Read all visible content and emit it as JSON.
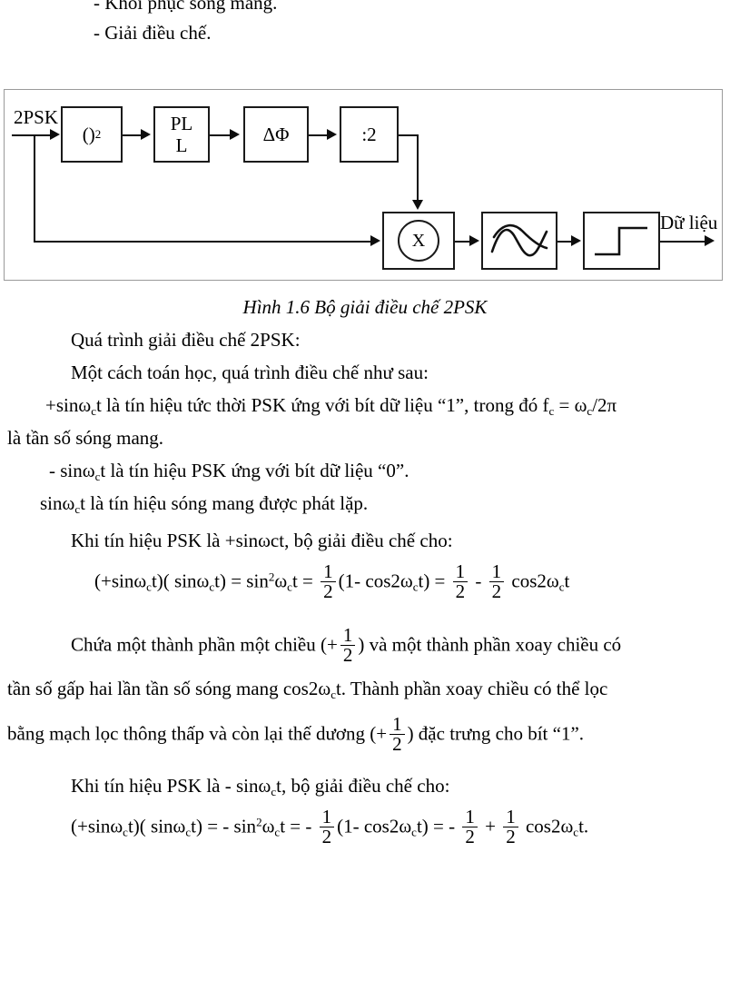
{
  "document": {
    "bullets": [
      "- Khôi  phục sóng mang.",
      "- Giải điều chế."
    ],
    "figure": {
      "caption": "Hình 1.6  Bộ giải điều chế 2PSK",
      "input_label": "2PSK",
      "output_label": "Dữ liệu",
      "blocks": [
        {
          "id": "squarer",
          "label": "()",
          "exponent": "2"
        },
        {
          "id": "pll",
          "line1": "PL",
          "line2": "L"
        },
        {
          "id": "phase",
          "label": "ΔΦ"
        },
        {
          "id": "divider",
          "label": ":2"
        },
        {
          "id": "multiplier",
          "label": "X",
          "icon": "circle-x-icon"
        },
        {
          "id": "lowpass",
          "label": "",
          "icon": "lowpass-filter-icon"
        },
        {
          "id": "comparator",
          "label": "",
          "icon": "step-threshold-icon"
        }
      ]
    },
    "paragraphs": {
      "p1": "Quá trình giải điều chế 2PSK:",
      "p2": "Một cách toán học, quá trình điều chế như sau:",
      "p3_a": "+sin",
      "p3_omega": "ω",
      "p3_sub": "c",
      "p3_b": "t là tín hiệu tức thời PSK ứng với bít dữ liệu “1”, trong đó f",
      "p3_sub2": "c",
      "p3_c": " = ",
      "p3_omega2": "ω",
      "p3_sub3": "c",
      "p3_d": "/2π",
      "p4": "là  tần số sóng mang.",
      "p5_a": "- sin",
      "p5_b": "t là tín hiệu PSK ứng với bít dữ liệu “0”.",
      "p6_a": "sin",
      "p6_b": "t là tín hiệu sóng mang được phát lặp.",
      "p7": "Khi tín hiệu PSK là +sinωct, bộ giải điều chế cho:",
      "p8_a": "Chứa một thành phần một chiều (+",
      "p8_b": ") và một thành phần xoay chiều có",
      "p9_a": "tần số gấp hai lần tần số sóng mang cos2",
      "p9_b": "t. Thành phần xoay chiều có thể lọc",
      "p10_a": "bằng mạch lọc thông thấp và còn lại thế dương (+",
      "p10_b": ") đặc trưng cho bít “1”.",
      "p11_a": "Khi tín hiệu PSK là - sin",
      "p11_b": "t, bộ giải điều chế cho:"
    },
    "equations": {
      "eq1": {
        "lhs": "(+sinω",
        "sub": "c",
        "t1": "t)( sinω",
        "t2": "t) = sin",
        "sup": "2",
        "t3": "ω",
        "t4": "t = ",
        "frac1_num": "1",
        "frac1_den": "2",
        "t5": "(1- cos2ω",
        "t6": "t) = ",
        "frac2_num": "1",
        "frac2_den": "2",
        "op": " - ",
        "frac3_num": "1",
        "frac3_den": "2",
        "t7": " cos2ω",
        "t8": "t"
      },
      "eq2": {
        "lhs": "(+sinω",
        "sub": "c",
        "t1": "t)( sinω",
        "t2": "t) = - sin",
        "sup": "2",
        "t3": "ω",
        "t4": "t = - ",
        "frac1_num": "1",
        "frac1_den": "2",
        "t5": "(1- cos2ω",
        "t6": "t) = - ",
        "frac2_num": "1",
        "frac2_den": "2",
        "op": " + ",
        "frac3_num": "1",
        "frac3_den": "2",
        "t7": " cos2ω",
        "t8": "t."
      }
    },
    "symbols": {
      "omega": "ω",
      "sub_c": "c"
    },
    "colors": {
      "text": "#000000",
      "frame": "#9a9a9a",
      "wire": "#0d0d0d"
    }
  }
}
